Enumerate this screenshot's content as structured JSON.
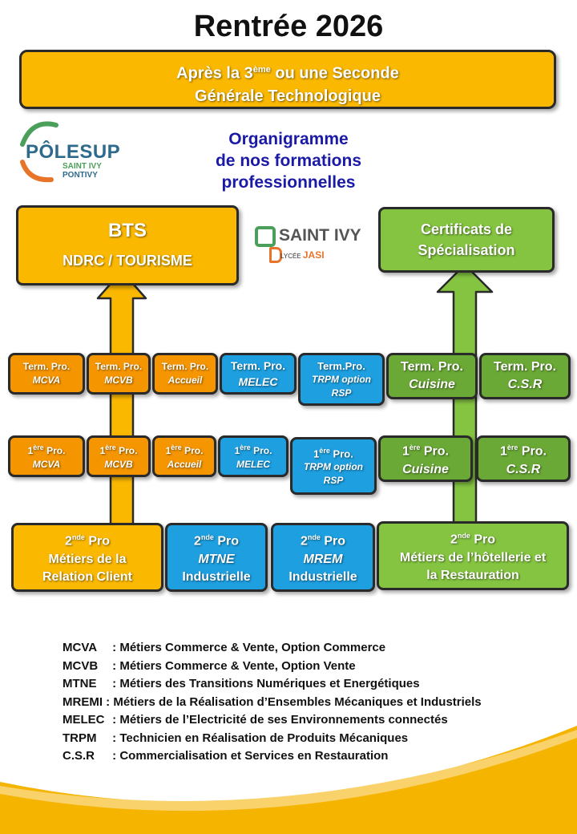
{
  "title": "Rentrée 2026",
  "banner": {
    "line1_a": "Après la 3",
    "line1_sup": "ème",
    "line1_b": " ou une Seconde",
    "line2": "Générale Technologique"
  },
  "organigramme": {
    "line1": "Organigramme",
    "line2": "de nos formations",
    "line3": "professionnelles"
  },
  "logos": {
    "polesup": {
      "main": "PÔLESUP",
      "sub1": "SAINT IVY",
      "sub2": "PONTIVY"
    },
    "saintivy": {
      "main": "SAINT IVY",
      "sub_a": "LYCÉE",
      "sub_b": "JASI"
    }
  },
  "bts": {
    "title": "BTS",
    "sub": "NDRC /  TOURISME"
  },
  "certificats": {
    "line1": "Certificats de",
    "line2": "Spécialisation"
  },
  "term_row": [
    {
      "top": "Term. Pro.",
      "bottom": "MCVA"
    },
    {
      "top": "Term. Pro.",
      "bottom": "MCVB"
    },
    {
      "top": "Term. Pro.",
      "bottom": "Accueil"
    },
    {
      "top": "Term. Pro.",
      "bottom": "MELEC"
    },
    {
      "top": "Term.Pro.",
      "bottom": "TRPM option",
      "bottom2": "RSP"
    },
    {
      "top": "Term. Pro.",
      "bottom": "Cuisine"
    },
    {
      "top": "Term. Pro.",
      "bottom": "C.S.R"
    }
  ],
  "premiere_row": [
    {
      "pre": "1",
      "sup": "ère",
      "post": " Pro.",
      "bottom": "MCVA"
    },
    {
      "pre": "1",
      "sup": "ère",
      "post": " Pro.",
      "bottom": "MCVB"
    },
    {
      "pre": "1",
      "sup": "ère",
      "post": " Pro.",
      "bottom": "Accueil"
    },
    {
      "pre": "1",
      "sup": "ère",
      "post": " Pro.",
      "bottom": "MELEC"
    },
    {
      "pre": "1",
      "sup": "ère",
      "post": " Pro.",
      "bottom": "TRPM option",
      "bottom2": "RSP"
    },
    {
      "pre": "1",
      "sup": "ère",
      "post": " Pro.",
      "bottom": "Cuisine"
    },
    {
      "pre": "1",
      "sup": "ère",
      "post": " Pro.",
      "bottom": "C.S.R"
    }
  ],
  "seconde_row": [
    {
      "pre": "2",
      "sup": "nde",
      "post": " Pro",
      "l1": "Métiers de la",
      "l2": "Relation Client"
    },
    {
      "pre": "2",
      "sup": "nde",
      "post": " Pro",
      "l1": "MTNE",
      "l2": "Industrielle"
    },
    {
      "pre": "2",
      "sup": "nde",
      "post": " Pro",
      "l1": "MREM",
      "l2": "Industrielle"
    },
    {
      "pre": "2",
      "sup": "nde",
      "post": " Pro",
      "l1": "Métiers de l’hôtellerie et",
      "l2": "la Restauration"
    }
  ],
  "legend": [
    {
      "abbr": "MCVA",
      "text": ": Métiers Commerce & Vente, Option Commerce"
    },
    {
      "abbr": "MCVB",
      "text": ": Métiers Commerce & Vente, Option Vente"
    },
    {
      "abbr": "MTNE",
      "text": ":  Métiers des Transitions Numériques et Energétiques"
    },
    {
      "abbr": "MREMI",
      "text": ": Métiers de la Réalisation d’Ensembles Mécaniques et Industriels"
    },
    {
      "abbr": "MELEC",
      "text": ":  Métiers de l’Electricité de ses Environnements connectés"
    },
    {
      "abbr": "TRPM",
      "text": ":  Technicien en Réalisation de Produits Mécaniques"
    },
    {
      "abbr": "C.S.R",
      "text": ": Commercialisation et Services en Restauration"
    }
  ],
  "colors": {
    "orange": "#fbb800",
    "orange_dark": "#f59500",
    "blue": "#1e9fe0",
    "green": "#84c441",
    "green_dark": "#6aa936",
    "title_blue": "#1a1aa6"
  }
}
